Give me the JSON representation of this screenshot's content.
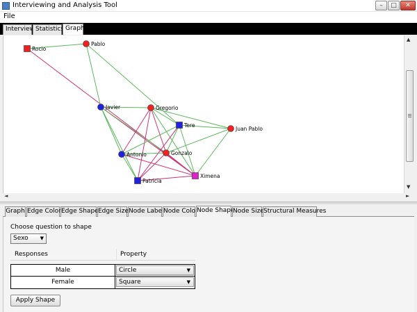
{
  "window": {
    "title": "Interviewing and Analysis Tool",
    "minimize_glyph": "–",
    "maximize_glyph": "□",
    "close_glyph": "✕",
    "icon": "app-window-icon"
  },
  "menu": {
    "file": "File"
  },
  "top_tabs": [
    {
      "label": "Interview"
    },
    {
      "label": "Statistics"
    },
    {
      "label": "Graph",
      "active": true
    }
  ],
  "graph": {
    "nodes": [
      {
        "id": "rocio",
        "label": "Rocio",
        "shape": "square",
        "color": "#ee2222"
      },
      {
        "id": "pablo",
        "label": "Pablo",
        "shape": "circle",
        "color": "#ee2222"
      },
      {
        "id": "javier",
        "label": "Javier",
        "shape": "circle",
        "color": "#2222dd"
      },
      {
        "id": "gregorio",
        "label": "Gregorio",
        "shape": "circle",
        "color": "#ee2222"
      },
      {
        "id": "tere",
        "label": "Tere",
        "shape": "square",
        "color": "#2222dd"
      },
      {
        "id": "juanpablo",
        "label": "Juan Pablo",
        "shape": "circle",
        "color": "#ee2222"
      },
      {
        "id": "antonio",
        "label": "Antonio",
        "shape": "circle",
        "color": "#2222dd"
      },
      {
        "id": "gonzalo",
        "label": "Gonzalo",
        "shape": "circle",
        "color": "#ee2222"
      },
      {
        "id": "ximena",
        "label": "Ximena",
        "shape": "square",
        "color": "#dd22cc"
      },
      {
        "id": "patricia",
        "label": "Patricia",
        "shape": "square",
        "color": "#2222dd"
      }
    ],
    "edges": [
      {
        "from": "rocio",
        "to": "pablo",
        "color": "#5cb85c"
      },
      {
        "from": "rocio",
        "to": "ximena",
        "color": "#cc3377"
      },
      {
        "from": "pablo",
        "to": "javier",
        "color": "#5cb85c"
      },
      {
        "from": "pablo",
        "to": "tere",
        "color": "#5cb85c"
      },
      {
        "from": "javier",
        "to": "gregorio",
        "color": "#5cb85c"
      },
      {
        "from": "javier",
        "to": "antonio",
        "color": "#5cb85c"
      },
      {
        "from": "javier",
        "to": "patricia",
        "color": "#5cb85c"
      },
      {
        "from": "javier",
        "to": "ximena",
        "color": "#cc3377"
      },
      {
        "from": "javier",
        "to": "gonzalo",
        "color": "#5cb85c"
      },
      {
        "from": "gregorio",
        "to": "juanpablo",
        "color": "#5cb85c"
      },
      {
        "from": "gregorio",
        "to": "antonio",
        "color": "#cc3377"
      },
      {
        "from": "gregorio",
        "to": "patricia",
        "color": "#cc3377"
      },
      {
        "from": "gregorio",
        "to": "ximena",
        "color": "#5cb85c"
      },
      {
        "from": "gregorio",
        "to": "tere",
        "color": "#5cb85c"
      },
      {
        "from": "gregorio",
        "to": "gonzalo",
        "color": "#cc3377"
      },
      {
        "from": "tere",
        "to": "juanpablo",
        "color": "#5cb85c"
      },
      {
        "from": "tere",
        "to": "antonio",
        "color": "#5cb85c"
      },
      {
        "from": "tere",
        "to": "gonzalo",
        "color": "#5cb85c"
      },
      {
        "from": "tere",
        "to": "patricia",
        "color": "#cc3377"
      },
      {
        "from": "tere",
        "to": "ximena",
        "color": "#5cb85c"
      },
      {
        "from": "juanpablo",
        "to": "ximena",
        "color": "#5cb85c"
      },
      {
        "from": "juanpablo",
        "to": "gonzalo",
        "color": "#5cb85c"
      },
      {
        "from": "antonio",
        "to": "gonzalo",
        "color": "#5cb85c"
      },
      {
        "from": "antonio",
        "to": "patricia",
        "color": "#5cb85c"
      },
      {
        "from": "antonio",
        "to": "ximena",
        "color": "#cc3377"
      },
      {
        "from": "gonzalo",
        "to": "patricia",
        "color": "#cc3377"
      },
      {
        "from": "gonzalo",
        "to": "ximena",
        "color": "#cc3377"
      },
      {
        "from": "patricia",
        "to": "ximena",
        "color": "#cc3377"
      }
    ]
  },
  "scroll": {
    "up": "▲",
    "down": "▼",
    "left": "◄",
    "right": "►"
  },
  "bottom_tabs": [
    {
      "label": "Graph"
    },
    {
      "label": "Edge Color"
    },
    {
      "label": "Edge Shape"
    },
    {
      "label": "Edge Size"
    },
    {
      "label": "Node Label"
    },
    {
      "label": "Node Color"
    },
    {
      "label": "Node Shape",
      "active": true
    },
    {
      "label": "Node Size"
    },
    {
      "label": "Structural Measures"
    }
  ],
  "panel": {
    "choose_label": "Choose question to shape",
    "question_select": "Sexo",
    "dropdown_glyph": "▼",
    "table_headers": [
      "Responses",
      "Property"
    ],
    "rows": [
      {
        "response": "Male",
        "property": "Circle"
      },
      {
        "response": "Female",
        "property": "Square"
      }
    ],
    "apply_button": "Apply Shape"
  }
}
